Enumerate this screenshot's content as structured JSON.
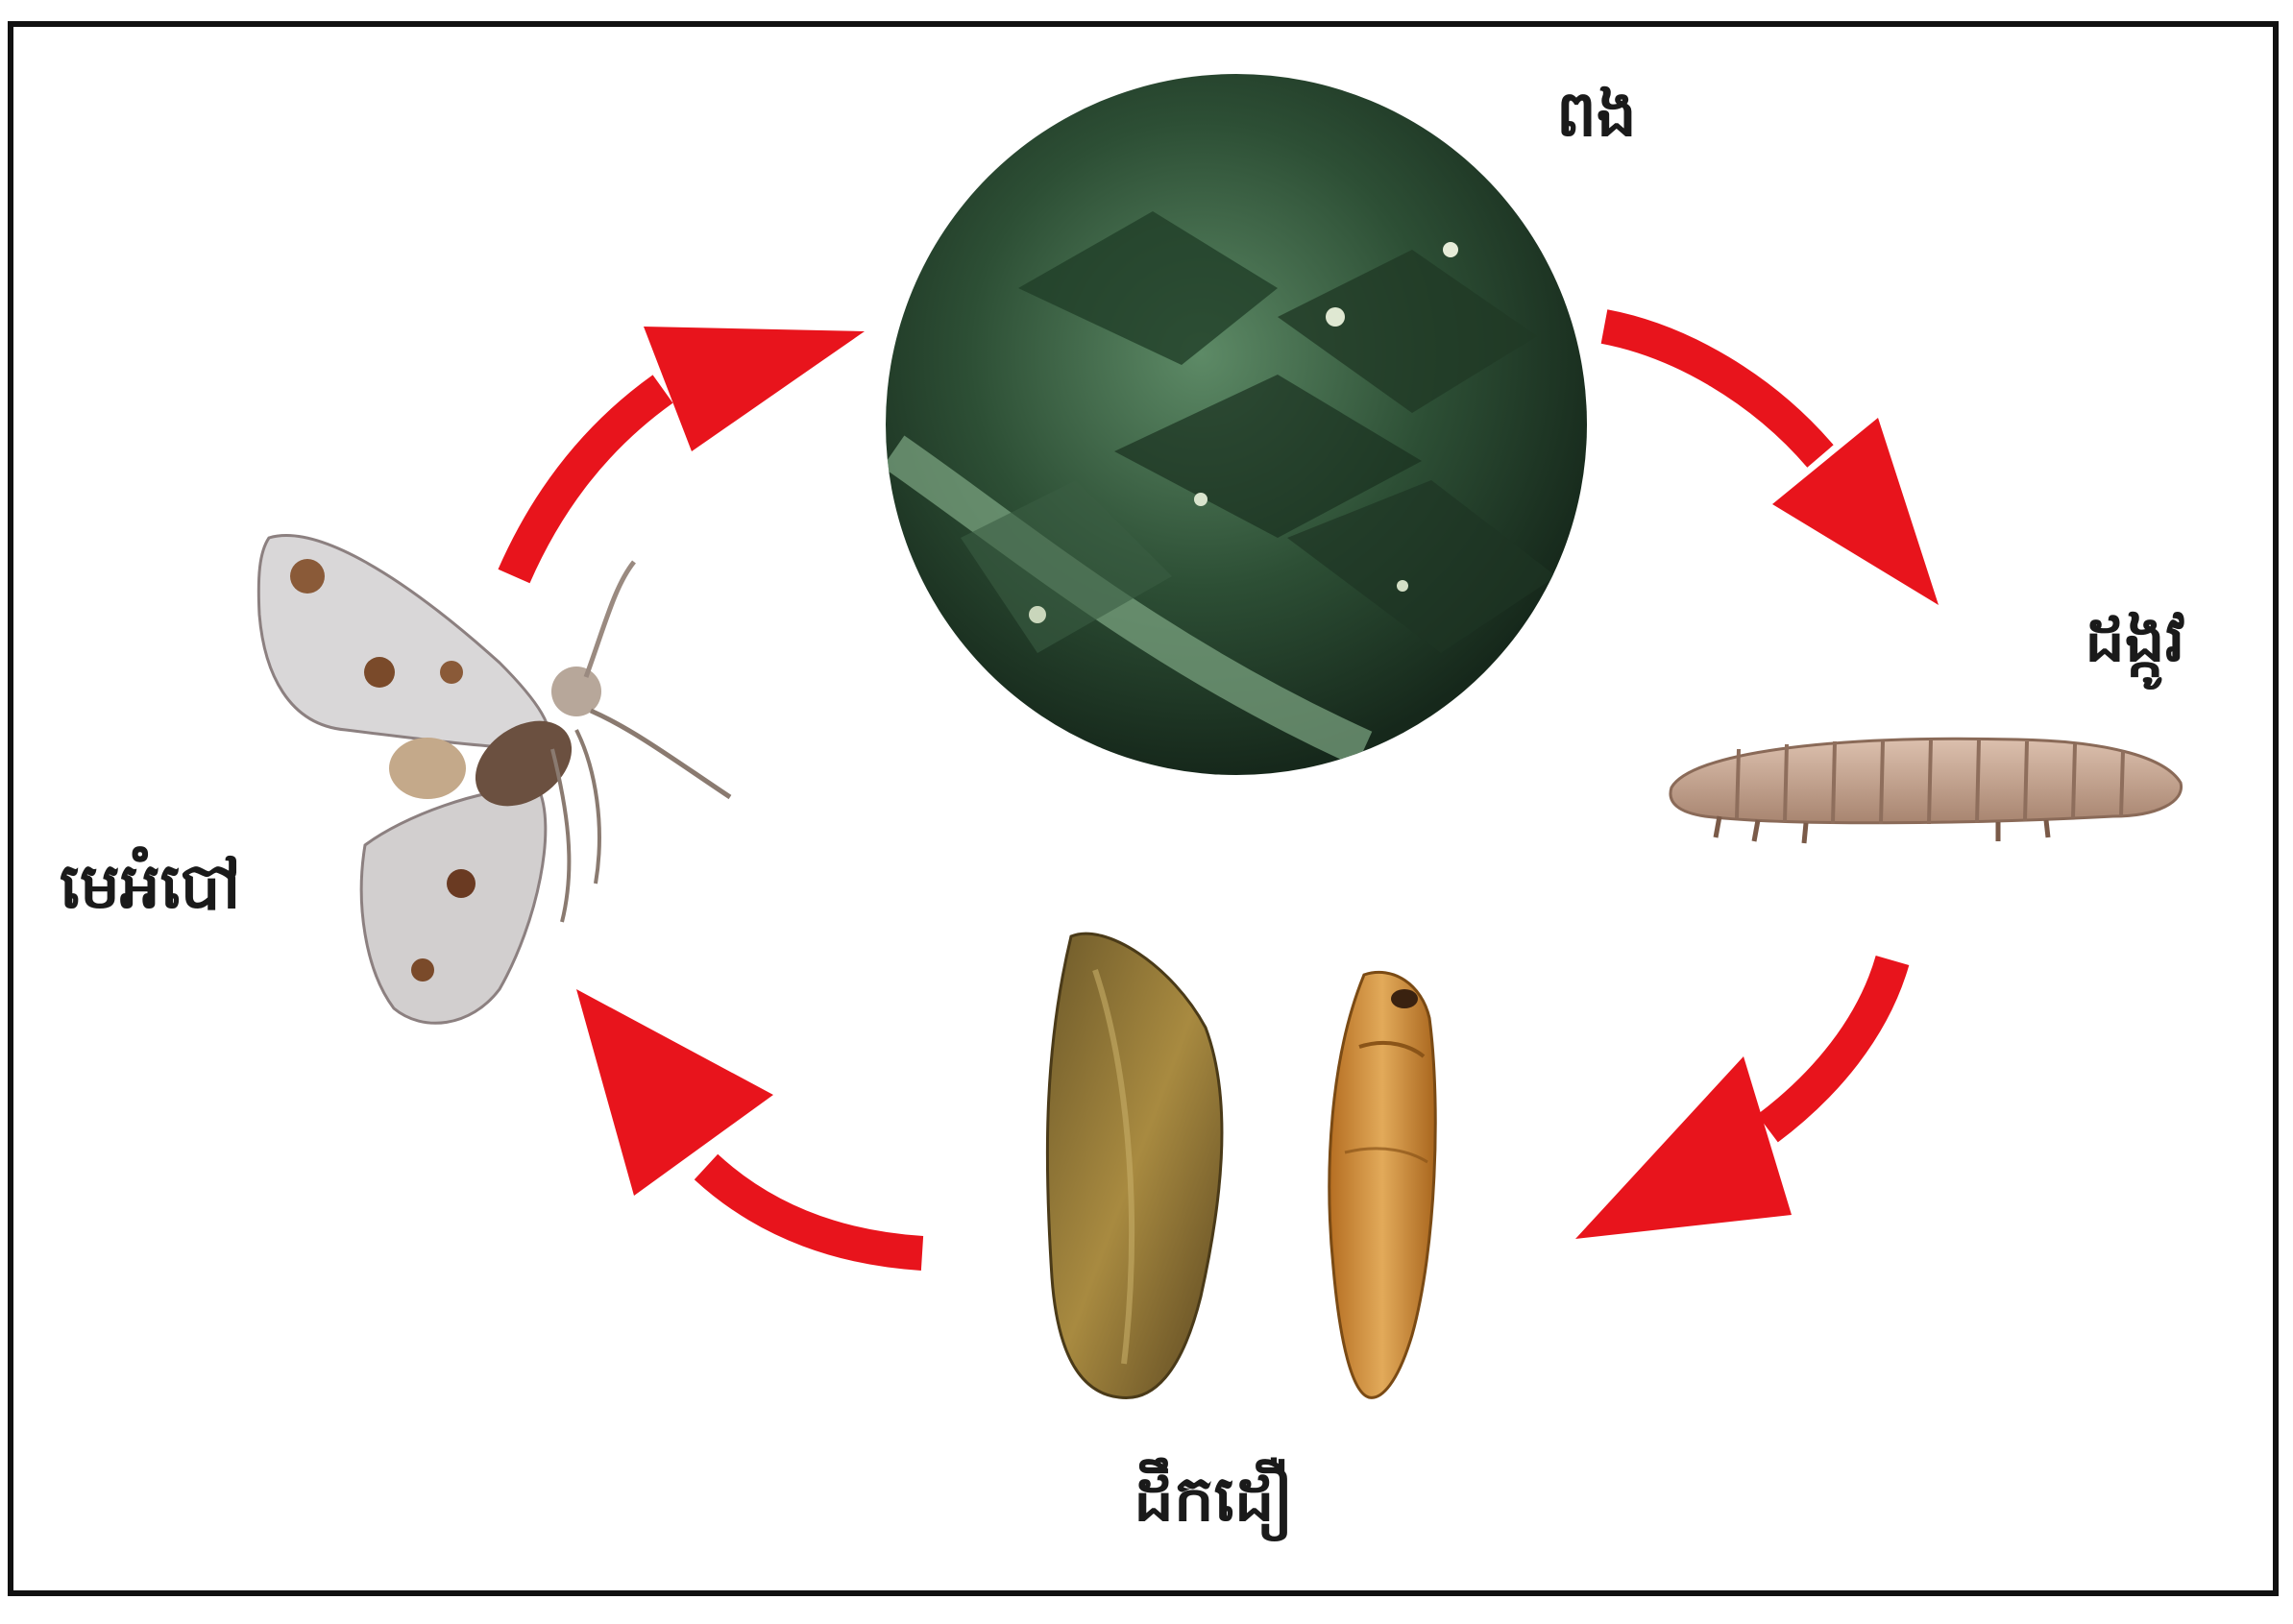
{
  "stages": {
    "egg": {
      "label": "ពង",
      "icon": "egg-leaf-photo"
    },
    "larva": {
      "label": "ដង្កូវ",
      "icon": "caterpillar-photo"
    },
    "pupa": {
      "label": "ដឹកដឿ",
      "icon": "pupa-photo"
    },
    "adult": {
      "label": "មេអំបៅ",
      "icon": "moth-photo"
    }
  },
  "colors": {
    "arrow": "#e8141c",
    "frame": "#111111",
    "background": "#ffffff",
    "leaf_dark": "#1f3a26",
    "leaf_mid": "#3f6a4a",
    "larva_body": "#c9a58e",
    "pupa_brown": "#9a7a3a",
    "pupa_orange": "#c98a34",
    "moth_wing": "#d8d6d6",
    "moth_spot": "#7a4a2a"
  }
}
